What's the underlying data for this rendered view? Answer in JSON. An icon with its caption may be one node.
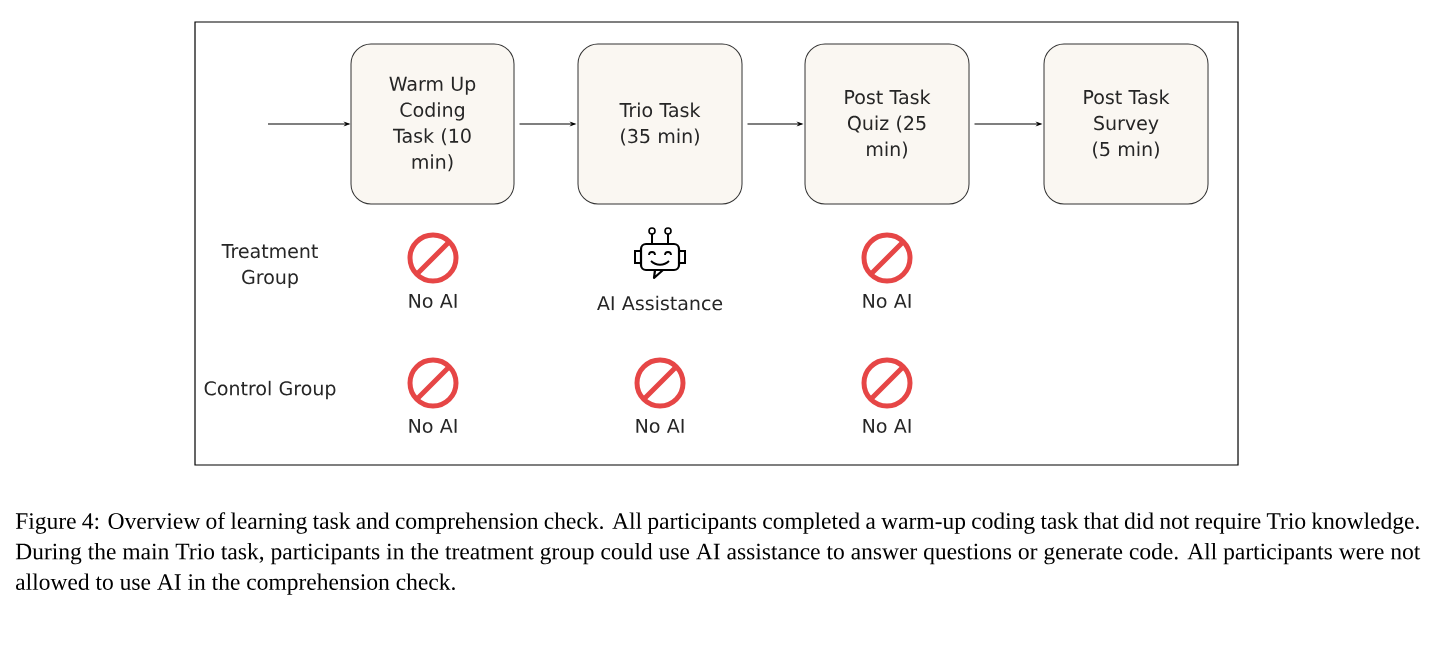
{
  "diagram": {
    "caption": "Figure 4: Overview of learning task and comprehension check. All participants completed a warm-up coding task that did not require Trio knowledge. During the main Trio task, participants in the treatment group could use AI assistance to answer questions or generate code. All participants were not allowed to use AI in the comprehension check.",
    "nodes": [
      {
        "text": [
          "Warm Up Coding Task (10 min)"
        ]
      },
      {
        "text": [
          "Trio Task (35 min)"
        ]
      },
      {
        "text": [
          "Post Task Quiz (25 min)"
        ]
      },
      {
        "text": [
          "Post Task Survey (5 min)"
        ]
      }
    ],
    "edges": [
      {
        "from": null,
        "to": 0,
        "arrow": "to"
      },
      {
        "from": 0,
        "to": 1,
        "arrow": "to"
      },
      {
        "from": 1,
        "to": 2,
        "arrow": "to"
      },
      {
        "from": 2,
        "to": 3,
        "arrow": "to"
      }
    ],
    "labels": [
      "Treatment Group",
      "No AI",
      "AI Assistance",
      "No AI",
      "Control Group",
      "No AI",
      "No AI",
      "No AI"
    ]
  }
}
